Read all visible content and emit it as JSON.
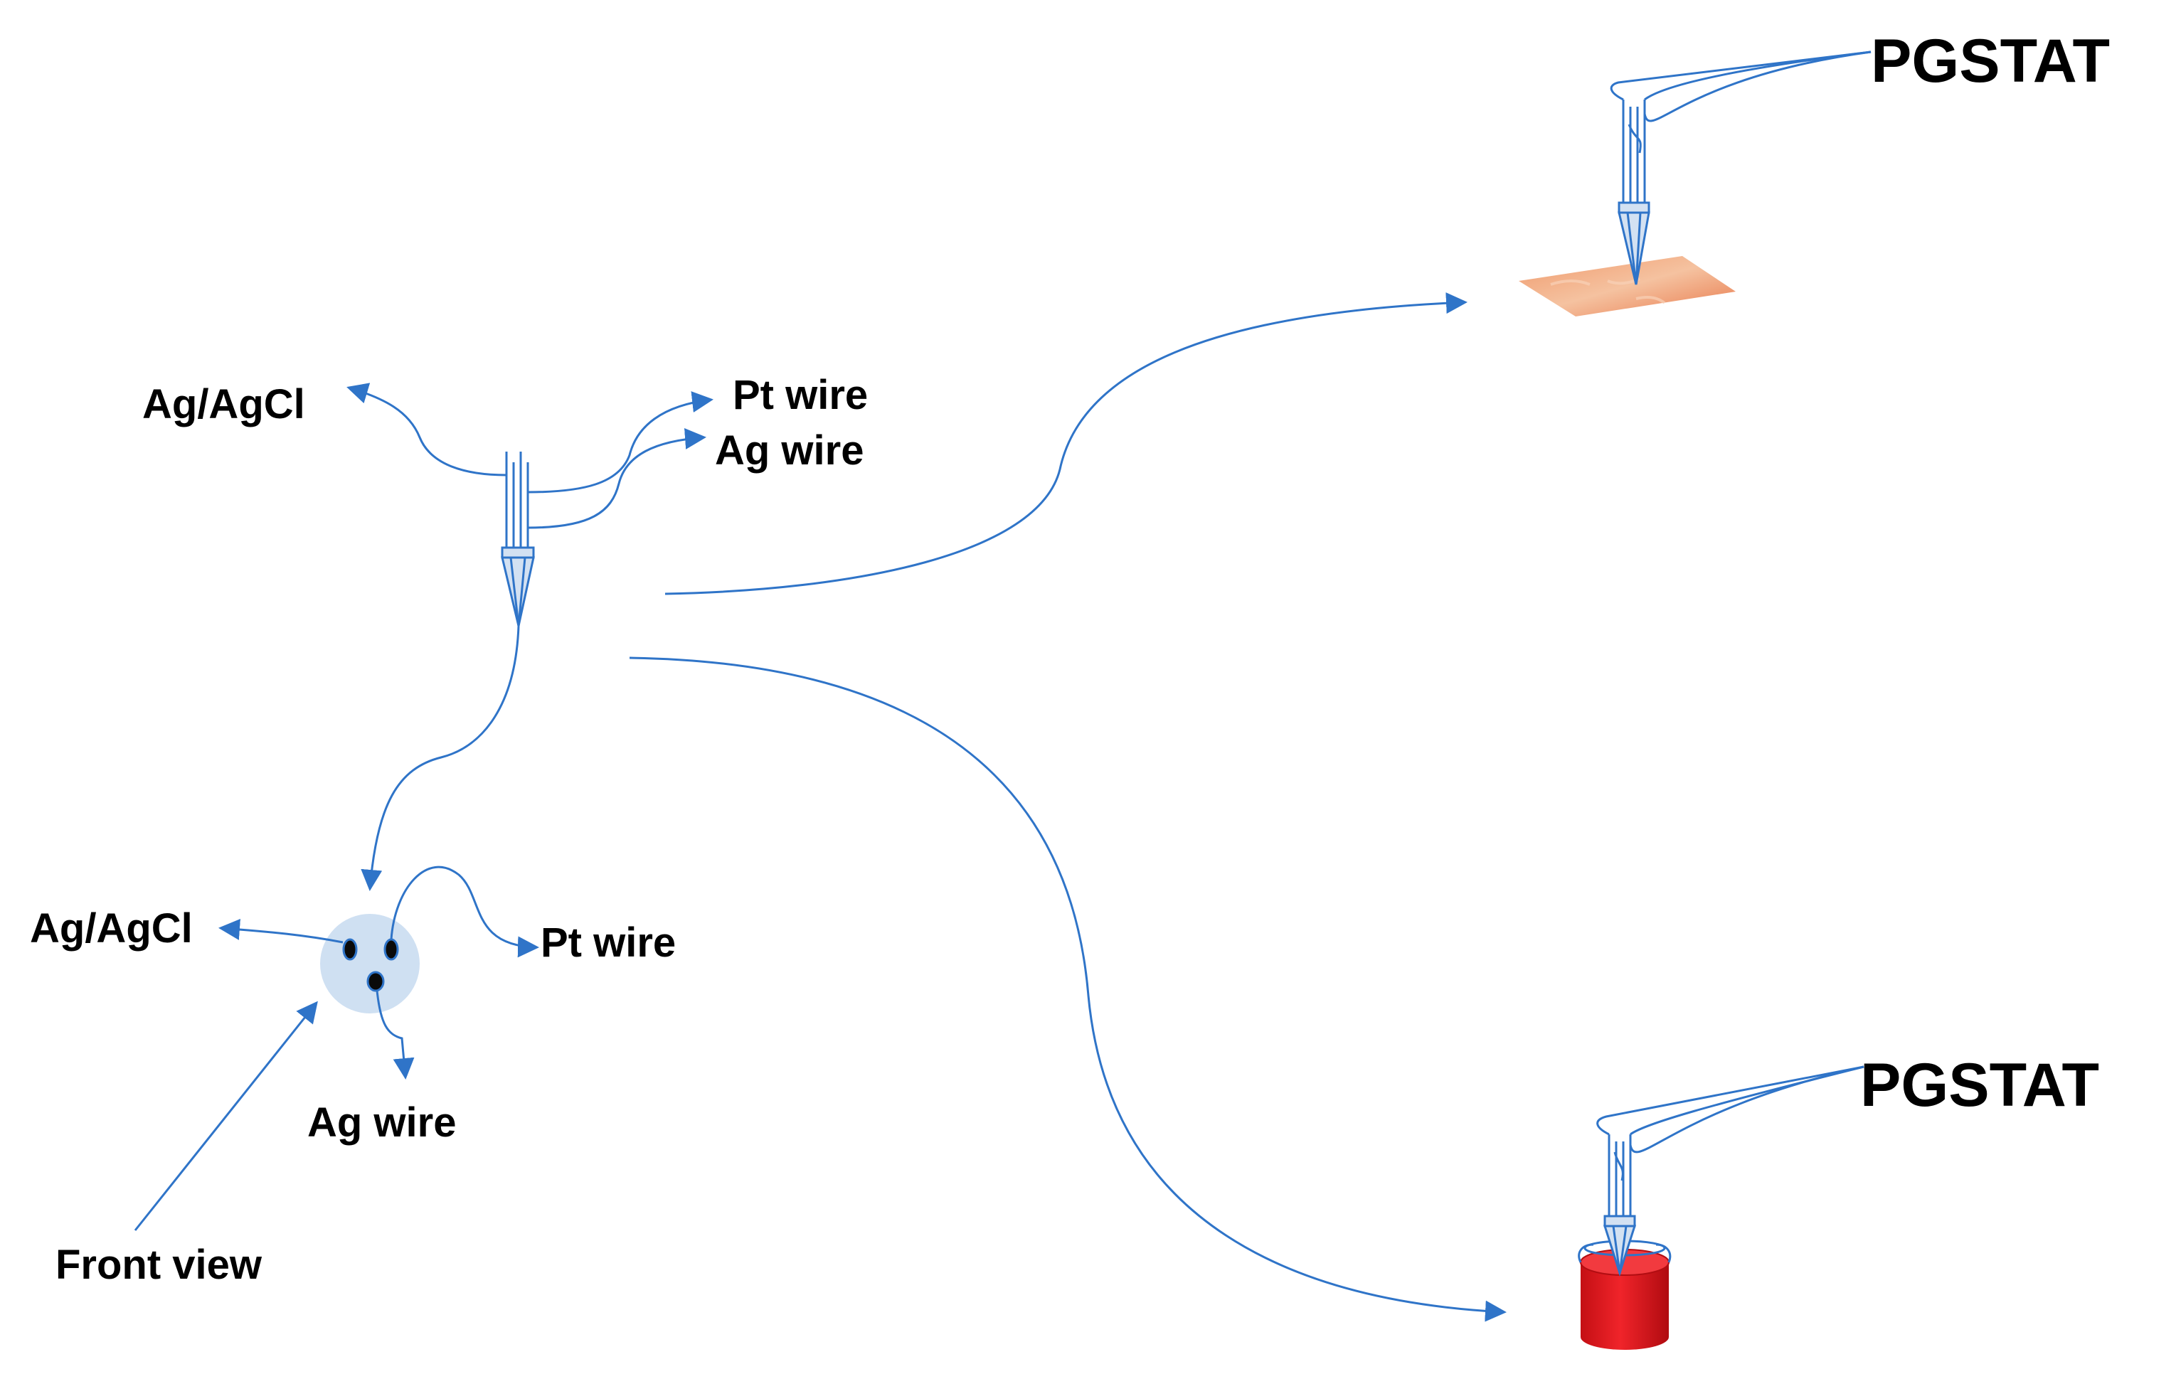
{
  "labels": {
    "ag_agcl_top": "Ag/AgCl",
    "pt_wire_top": "Pt wire",
    "ag_wire_top": "Ag wire",
    "ag_agcl_front": "Ag/AgCl",
    "pt_wire_front": "Pt wire",
    "ag_wire_front": "Ag wire",
    "front_view": "Front view",
    "pgstat_top": "PGSTAT",
    "pgstat_bottom": "PGSTAT"
  },
  "colors": {
    "line": "#2f74c8",
    "electrode_fill": "#d3e1f2",
    "front_disc": "#cfe0f2",
    "skin": "#e8845a",
    "vial_red": "#e4151a",
    "vial_dark": "#b20d12"
  }
}
